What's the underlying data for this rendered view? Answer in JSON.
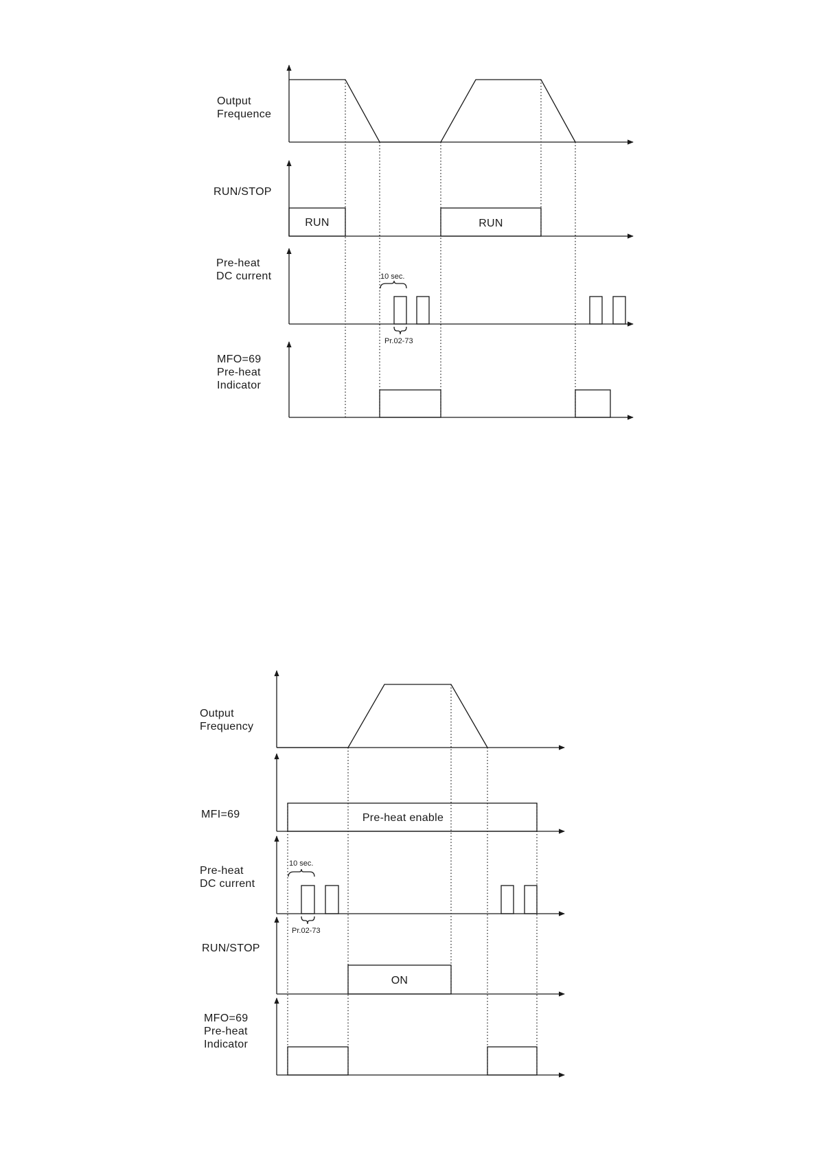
{
  "diagram_top": {
    "freq_label": [
      "Output",
      "Frequence"
    ],
    "runstop_label": "RUN/STOP",
    "run_box_1": "RUN",
    "run_box_2": "RUN",
    "dc_label": [
      "Pre-heat",
      "DC current"
    ],
    "interval_label": "10 sec.",
    "param_label": "Pr.02-73",
    "mfo_label": [
      "MFO=69",
      "Pre-heat",
      "Indicator"
    ]
  },
  "diagram_bottom": {
    "freq_label": [
      "Output",
      "Frequency"
    ],
    "mfi_label": "MFI=69",
    "enable_box": "Pre-heat enable",
    "dc_label": [
      "Pre-heat",
      "DC current"
    ],
    "interval_label": "10 sec.",
    "param_label": "Pr.02-73",
    "runstop_label": "RUN/STOP",
    "on_box": "ON",
    "mfo_label": [
      "MFO=69",
      "Pre-heat",
      "Indicator"
    ]
  }
}
